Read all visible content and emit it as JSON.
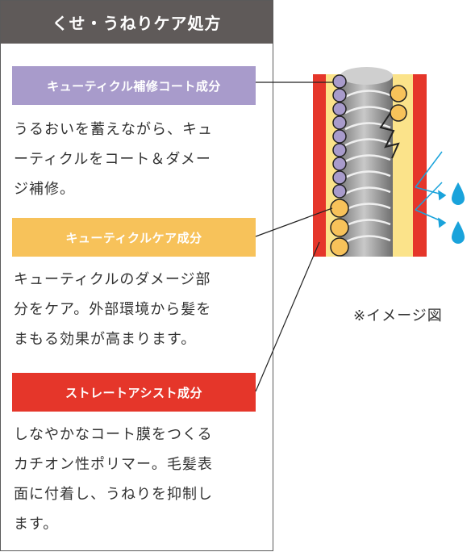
{
  "panel": {
    "title": "くせ・うねりケア処方",
    "ingredients": [
      {
        "label": "キューティクル補修コート成分",
        "color": "#a89bcb",
        "lines": [
          "うるおいを蓄えながら、キュ",
          "ーティクルをコート＆ダメー",
          "ジ補修。"
        ]
      },
      {
        "label": "キューティクルケア成分",
        "color": "#f7c25a",
        "lines": [
          "キューティクルのダメージ部",
          "分をケア。外部環境から髪を",
          "まもる効果が高まります。"
        ]
      },
      {
        "label": "ストレートアシスト成分",
        "color": "#e5362a",
        "lines": [
          "しなやかなコート膜をつくる",
          "カチオン性ポリマー。毛髪表",
          "面に付着し、うねりを抑制し",
          "ます。"
        ]
      }
    ]
  },
  "illustration": {
    "note": "※イメージ図",
    "colors": {
      "outer_layer": "#e5362a",
      "inner_layer": "#fbe38a",
      "hair_shaft": "#9c9c9c",
      "coat_bead": "#a89bcb",
      "care_bead": "#f7c25a",
      "water": "#1aa3db"
    }
  }
}
